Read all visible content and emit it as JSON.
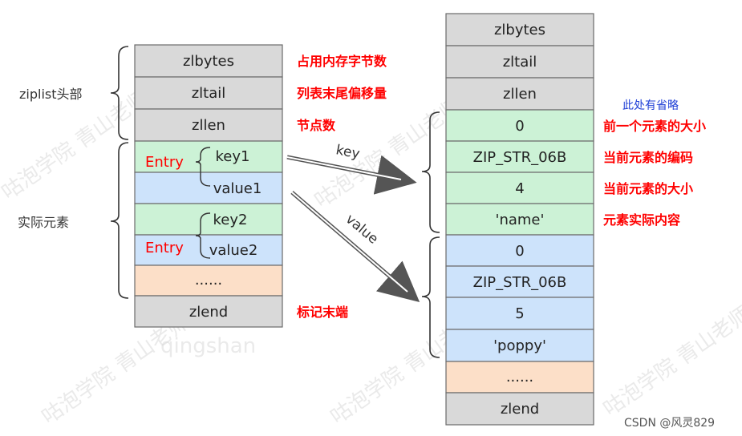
{
  "left_table": {
    "side_labels": {
      "header": "ziplist头部",
      "elements": "实际元素"
    },
    "cells": [
      {
        "text": "zlbytes",
        "color": "#d9d9d9"
      },
      {
        "text": "zltail",
        "color": "#d9d9d9"
      },
      {
        "text": "zllen",
        "color": "#d9d9d9"
      },
      {
        "text": "key1",
        "color": "#ccf2d6"
      },
      {
        "text": "value1",
        "color": "#cde3fb"
      },
      {
        "text": "key2",
        "color": "#ccf2d6"
      },
      {
        "text": "value2",
        "color": "#cde3fb"
      },
      {
        "text": "......",
        "color": "#fcdfc8"
      },
      {
        "text": "zlend",
        "color": "#d9d9d9"
      }
    ],
    "entry_label": "Entry",
    "annotations": [
      "占用内存字节数",
      "列表末尾偏移量",
      "节点数",
      "标记末端"
    ]
  },
  "arrows": {
    "key": "key",
    "value": "value"
  },
  "right_table": {
    "note": "此处有省略",
    "cells": [
      {
        "text": "zlbytes",
        "color": "#d9d9d9"
      },
      {
        "text": "zltail",
        "color": "#d9d9d9"
      },
      {
        "text": "zllen",
        "color": "#d9d9d9"
      },
      {
        "text": "0",
        "color": "#ccf2d6"
      },
      {
        "text": "ZIP_STR_06B",
        "color": "#ccf2d6"
      },
      {
        "text": "4",
        "color": "#ccf2d6"
      },
      {
        "text": "'name'",
        "color": "#ccf2d6"
      },
      {
        "text": "0",
        "color": "#cde3fb"
      },
      {
        "text": "ZIP_STR_06B",
        "color": "#cde3fb"
      },
      {
        "text": "5",
        "color": "#cde3fb"
      },
      {
        "text": "'poppy'",
        "color": "#cde3fb"
      },
      {
        "text": "......",
        "color": "#fcdfc8"
      },
      {
        "text": "zlend",
        "color": "#d9d9d9"
      }
    ],
    "annotations": [
      "前一个元素的大小",
      "当前元素的编码",
      "当前元素的大小",
      "元素实际内容"
    ]
  },
  "watermarks": [
    "qingshan",
    "咕泡学院 青山老师"
  ],
  "credit": "CSDN @风灵829"
}
